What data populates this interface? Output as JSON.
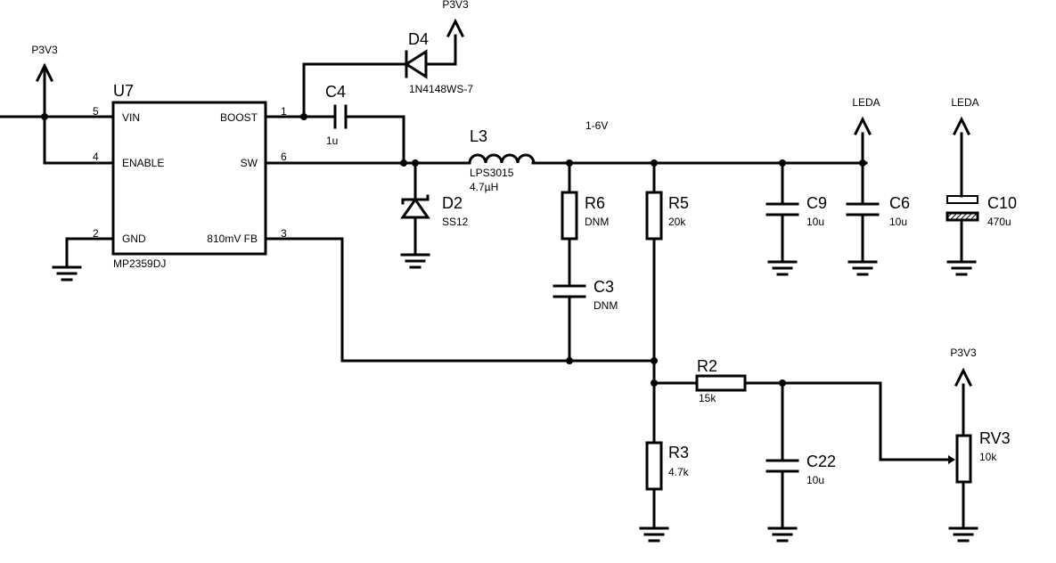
{
  "nets": {
    "p3v3_left": "P3V3",
    "p3v3_top": "P3V3",
    "p3v3_rv": "P3V3",
    "leda_c6": "LEDA",
    "leda_c10": "LEDA",
    "v_out": "1-6V"
  },
  "u7": {
    "ref": "U7",
    "part": "MP2359DJ",
    "pins": {
      "vin": "VIN",
      "vin_num": "5",
      "enable": "ENABLE",
      "enable_num": "4",
      "gnd": "GND",
      "gnd_num": "2",
      "boost": "BOOST",
      "boost_num": "1",
      "sw": "SW",
      "sw_num": "6",
      "fb": "810mV FB",
      "fb_num": "3"
    }
  },
  "components": {
    "d4": {
      "ref": "D4",
      "value": "1N4148WS-7"
    },
    "c4": {
      "ref": "C4",
      "value": "1u"
    },
    "l3": {
      "ref": "L3",
      "value": "LPS3015",
      "value2": "4.7µH"
    },
    "d2": {
      "ref": "D2",
      "value": "SS12"
    },
    "r6": {
      "ref": "R6",
      "value": "DNM"
    },
    "c3": {
      "ref": "C3",
      "value": "DNM"
    },
    "r5": {
      "ref": "R5",
      "value": "20k"
    },
    "c9": {
      "ref": "C9",
      "value": "10u"
    },
    "c6": {
      "ref": "C6",
      "value": "10u"
    },
    "c10": {
      "ref": "C10",
      "value": "470u"
    },
    "r2": {
      "ref": "R2",
      "value": "15k"
    },
    "r3": {
      "ref": "R3",
      "value": "4.7k"
    },
    "c22": {
      "ref": "C22",
      "value": "10u"
    },
    "rv3": {
      "ref": "RV3",
      "value": "10k"
    }
  }
}
